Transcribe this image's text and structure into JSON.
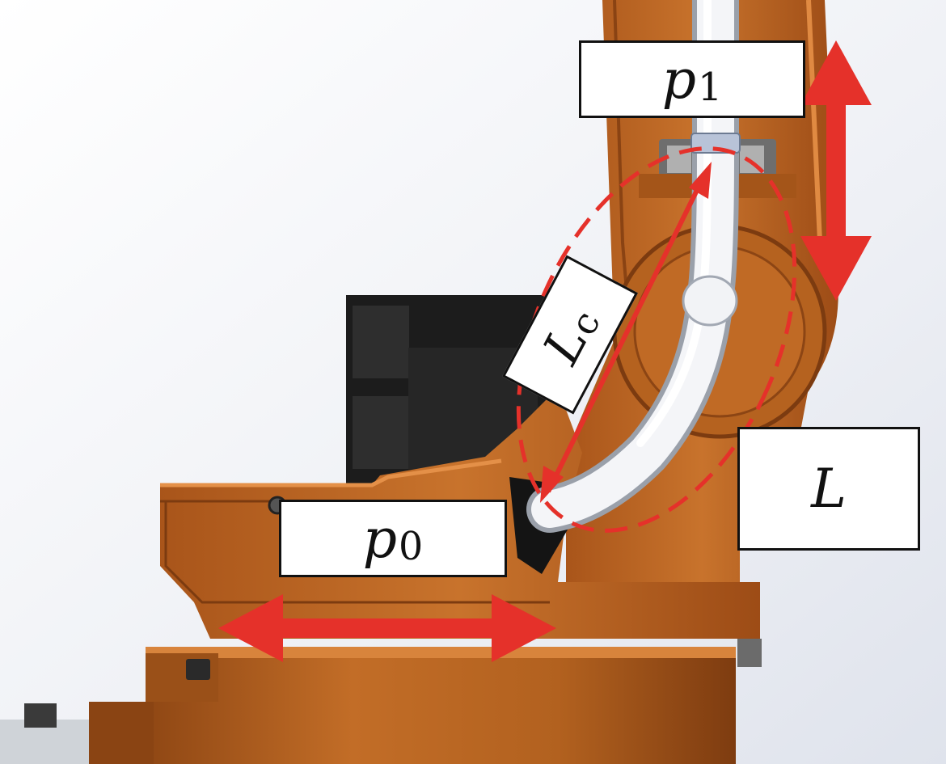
{
  "labels": {
    "p1": {
      "main": "p",
      "sub": "1"
    },
    "p0": {
      "main": "p",
      "sub": "0"
    },
    "L": {
      "main": "L"
    },
    "Lc": {
      "main": "L",
      "sub": "c"
    }
  },
  "colors": {
    "robot_orange": "#b8621f",
    "robot_orange_dark": "#7a3a10",
    "robot_orange_light": "#d07a34",
    "arrow_red": "#e5312a",
    "cable_white": "#eef0f3",
    "motor_black": "#1c1c1c",
    "label_border": "#111111",
    "background": "#f1f3f7"
  }
}
